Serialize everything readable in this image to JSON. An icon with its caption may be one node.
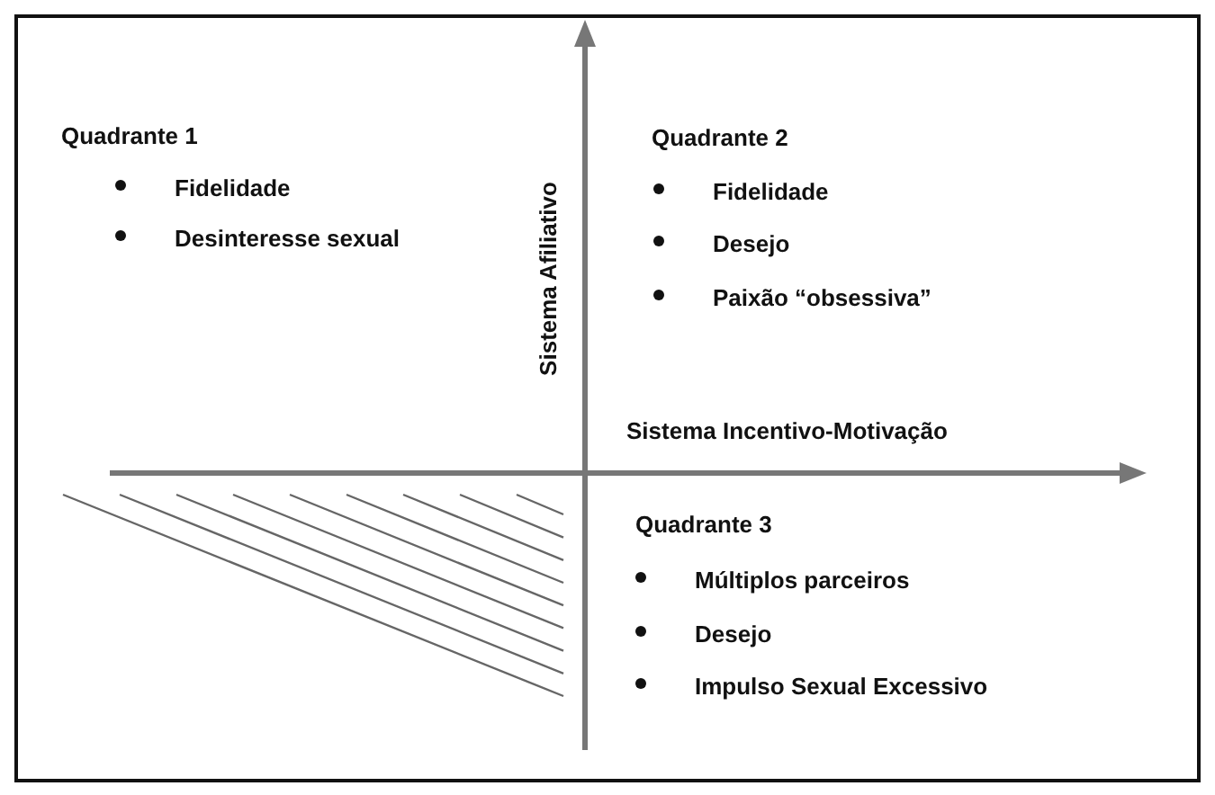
{
  "diagram": {
    "labels": [
      "Quadrante 1",
      "Fidelidade",
      "Desinteresse sexual",
      "Sistema Afiliativo",
      "Quadrante 2",
      "Fidelidade",
      "Desejo",
      "Paixão “obsessiva”",
      "Sistema Incentivo-Motivação",
      "Quadrante 3",
      "Múltiplos parceiros",
      "Desejo",
      "Impulso Sexual Excessivo"
    ]
  }
}
